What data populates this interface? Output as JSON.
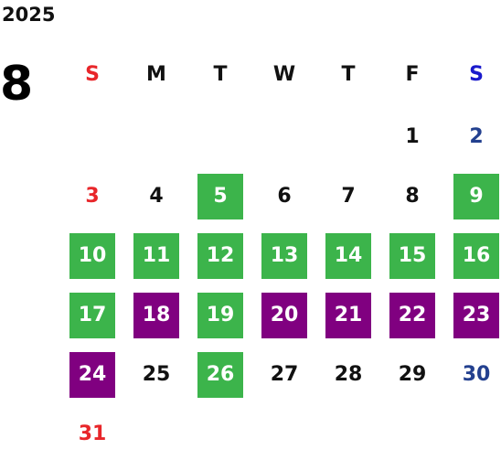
{
  "header": {
    "year": "2025",
    "month": "8"
  },
  "colors": {
    "sunday": "#e8262a",
    "saturday_header": "#1a1acc",
    "saturday_date": "#23408f",
    "weekday": "#111111",
    "green": "#3cb44b",
    "purple": "#800080",
    "highlight_text": "#ffffff"
  },
  "weekdays": [
    "S",
    "M",
    "T",
    "W",
    "T",
    "F",
    "S"
  ],
  "days": [
    {
      "label": "1",
      "row": 0,
      "col": 5,
      "status": "none"
    },
    {
      "label": "2",
      "row": 0,
      "col": 6,
      "status": "none"
    },
    {
      "label": "3",
      "row": 1,
      "col": 0,
      "status": "none"
    },
    {
      "label": "4",
      "row": 1,
      "col": 1,
      "status": "none"
    },
    {
      "label": "5",
      "row": 1,
      "col": 2,
      "status": "green"
    },
    {
      "label": "6",
      "row": 1,
      "col": 3,
      "status": "none"
    },
    {
      "label": "7",
      "row": 1,
      "col": 4,
      "status": "none"
    },
    {
      "label": "8",
      "row": 1,
      "col": 5,
      "status": "none"
    },
    {
      "label": "9",
      "row": 1,
      "col": 6,
      "status": "green"
    },
    {
      "label": "10",
      "row": 2,
      "col": 0,
      "status": "green"
    },
    {
      "label": "11",
      "row": 2,
      "col": 1,
      "status": "green"
    },
    {
      "label": "12",
      "row": 2,
      "col": 2,
      "status": "green"
    },
    {
      "label": "13",
      "row": 2,
      "col": 3,
      "status": "green"
    },
    {
      "label": "14",
      "row": 2,
      "col": 4,
      "status": "green"
    },
    {
      "label": "15",
      "row": 2,
      "col": 5,
      "status": "green"
    },
    {
      "label": "16",
      "row": 2,
      "col": 6,
      "status": "green"
    },
    {
      "label": "17",
      "row": 3,
      "col": 0,
      "status": "green"
    },
    {
      "label": "18",
      "row": 3,
      "col": 1,
      "status": "purple"
    },
    {
      "label": "19",
      "row": 3,
      "col": 2,
      "status": "green"
    },
    {
      "label": "20",
      "row": 3,
      "col": 3,
      "status": "purple"
    },
    {
      "label": "21",
      "row": 3,
      "col": 4,
      "status": "purple"
    },
    {
      "label": "22",
      "row": 3,
      "col": 5,
      "status": "purple"
    },
    {
      "label": "23",
      "row": 3,
      "col": 6,
      "status": "purple"
    },
    {
      "label": "24",
      "row": 4,
      "col": 0,
      "status": "purple"
    },
    {
      "label": "25",
      "row": 4,
      "col": 1,
      "status": "none"
    },
    {
      "label": "26",
      "row": 4,
      "col": 2,
      "status": "green"
    },
    {
      "label": "27",
      "row": 4,
      "col": 3,
      "status": "none"
    },
    {
      "label": "28",
      "row": 4,
      "col": 4,
      "status": "none"
    },
    {
      "label": "29",
      "row": 4,
      "col": 5,
      "status": "none"
    },
    {
      "label": "30",
      "row": 4,
      "col": 6,
      "status": "none"
    },
    {
      "label": "31",
      "row": 5,
      "col": 0,
      "status": "none"
    }
  ]
}
